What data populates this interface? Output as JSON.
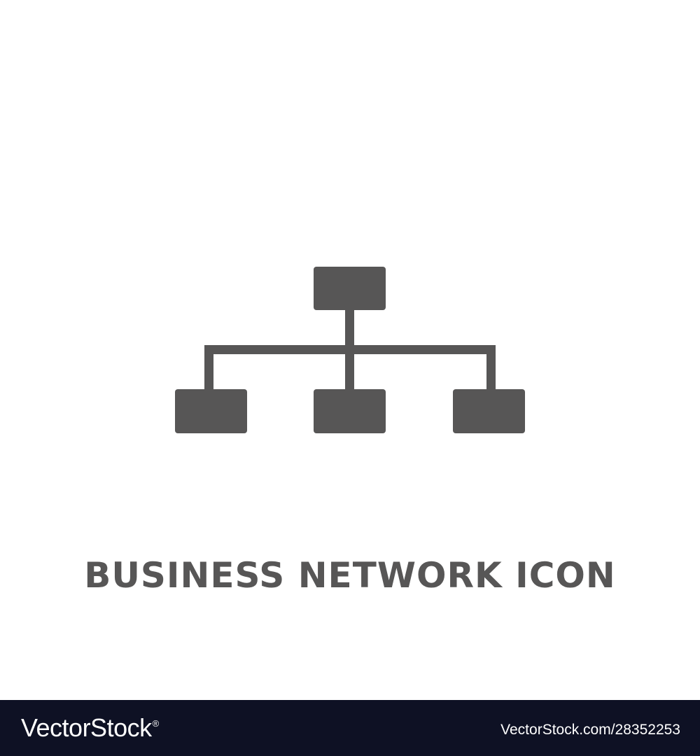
{
  "icon": {
    "name": "network-hierarchy-icon",
    "color": "#575656"
  },
  "caption": {
    "text": "BUSINESS NETWORK ICON"
  },
  "footer": {
    "background": "#0e1124",
    "brand": "VectorStock",
    "brand_mark": "®",
    "image_id": "VectorStock.com/28352253"
  }
}
